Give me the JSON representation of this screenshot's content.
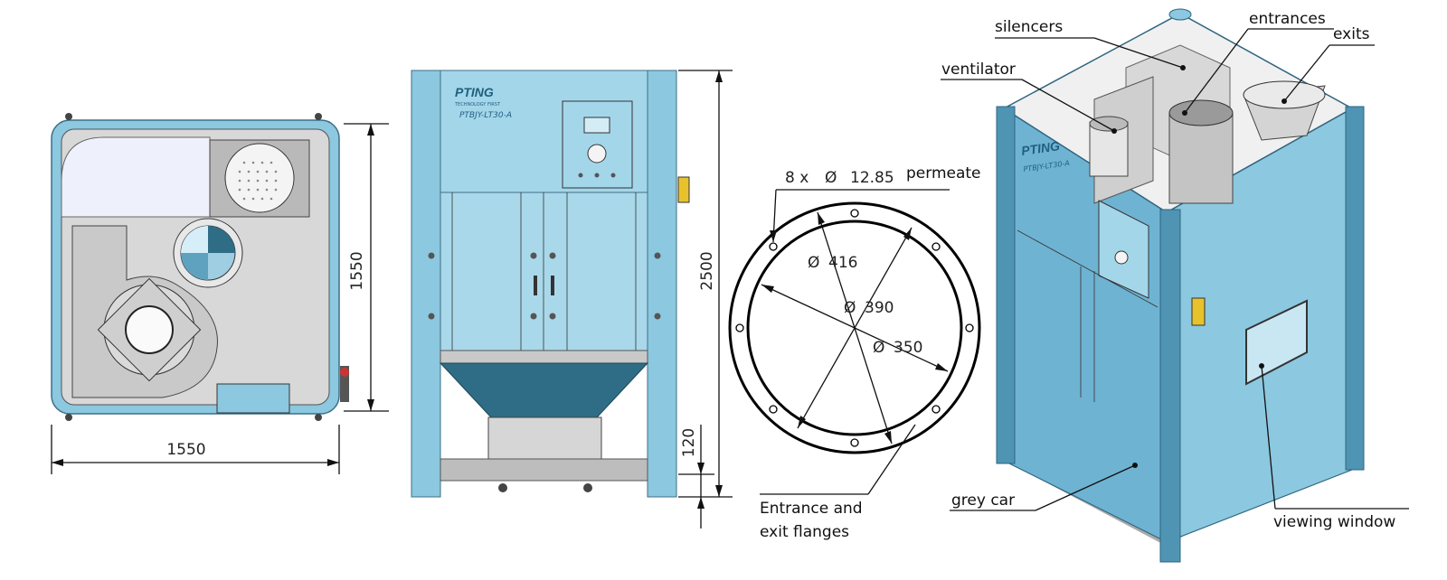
{
  "colors": {
    "frame": "#8cc8df",
    "frame_dark": "#4f94b3",
    "panel_grey": "#dcdcdc",
    "hopper": "#2e6d85",
    "white_panel": "#eef0fb"
  },
  "top_view": {
    "dim_height": "1550",
    "dim_width": "1550"
  },
  "front_view": {
    "brand": "PTING",
    "brand_sub": "TECHNOLOGY FIRST",
    "model": "PTBJY-LT30-A",
    "dim_total": "2500",
    "dim_bottom": "120"
  },
  "flange_view": {
    "holes_label": "8 x",
    "hole_diameter": "12.85",
    "diameter_symbol": "Ø",
    "outer_diameter": "416",
    "bolt_circle": "390",
    "inner_diameter": "350",
    "label_permeate": "permeate",
    "label_flange_line1": "Entrance and",
    "label_flange_line2": "exit flanges"
  },
  "iso_view": {
    "brand": "PTING",
    "model": "PTBJY-LT30-A",
    "label_silencers": "silencers",
    "label_ventilator": "ventilator",
    "label_entrances": "entrances",
    "label_exits": "exits",
    "label_grey_car": "grey car",
    "label_viewing_window": "viewing window"
  }
}
